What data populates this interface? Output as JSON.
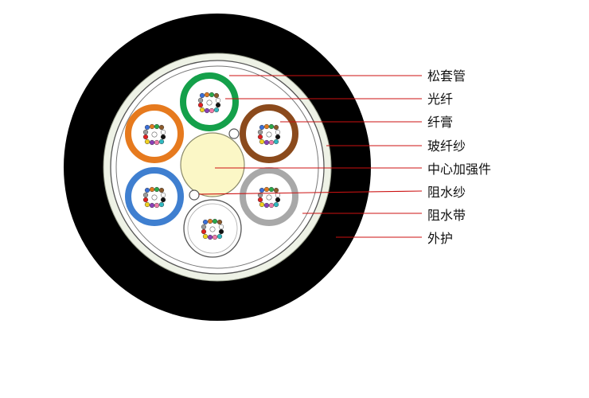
{
  "labels": {
    "loose_tube": "松套管",
    "optical_fiber": "光纤",
    "fiber_paste": "纤膏",
    "glass_yarn": "玻纤纱",
    "central_strength_member": "中心加强件",
    "water_blocking_yarn": "阻水纱",
    "water_blocking_tape": "阻水带",
    "outer_sheath": "外护"
  },
  "colors": {
    "sheath": "#000000",
    "glass_yarn_layer": "#eef2e6",
    "leader_line": "#cc1111",
    "csm_fill": "#fbf7c6",
    "tube_green": "#14a04a",
    "tube_orange": "#e67a1e",
    "tube_brown": "#8b4a1c",
    "tube_blue": "#3f7fd0",
    "tube_gray": "#a8a8a8",
    "tube_white": "#ffffff",
    "fiber_colors": [
      "#3a6fd8",
      "#e07a20",
      "#2aa84a",
      "#8b5a2b",
      "#9a9a9a",
      "#ffffff",
      "#e02020",
      "#111111",
      "#f0d020",
      "#8a3fb8",
      "#f07aa8",
      "#30b8c0"
    ]
  }
}
